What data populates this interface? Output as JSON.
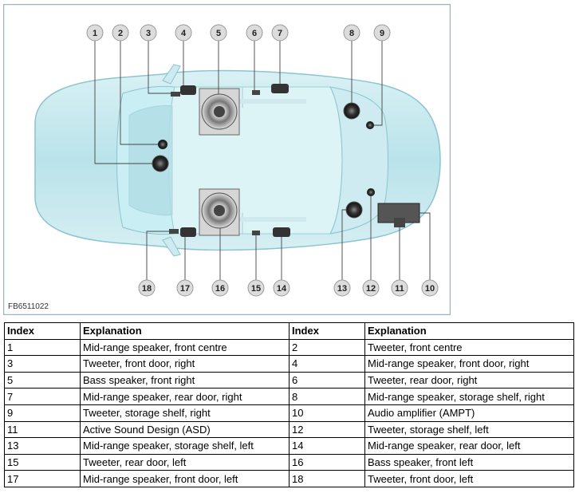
{
  "figure": {
    "code": "FB6511022",
    "callouts": [
      "1",
      "2",
      "3",
      "4",
      "5",
      "6",
      "7",
      "8",
      "9",
      "10",
      "11",
      "12",
      "13",
      "14",
      "15",
      "16",
      "17",
      "18"
    ]
  },
  "colors": {
    "car_body": "#bfe6ec",
    "car_outline": "#8cc4cf",
    "frame": "#9ab4c2",
    "callout_fill": "#dcdcdc",
    "speaker_dark": "#2a2a2a"
  },
  "table": {
    "headers": [
      "Index",
      "Explanation",
      "Index",
      "Explanation"
    ],
    "rows": [
      [
        "1",
        "Mid-range speaker, front centre",
        "2",
        "Tweeter, front centre"
      ],
      [
        "3",
        "Tweeter, front door, right",
        "4",
        "Mid-range speaker, front door, right"
      ],
      [
        "5",
        "Bass speaker, front right",
        "6",
        "Tweeter, rear door, right"
      ],
      [
        "7",
        "Mid-range speaker, rear door, right",
        "8",
        "Mid-range speaker, storage shelf, right"
      ],
      [
        "9",
        "Tweeter, storage shelf, right",
        "10",
        "Audio amplifier (AMPT)"
      ],
      [
        "11",
        "Active Sound Design (ASD)",
        "12",
        "Tweeter, storage shelf, left"
      ],
      [
        "13",
        "Mid-range speaker, storage shelf, left",
        "14",
        "Mid-range speaker, rear door, left"
      ],
      [
        "15",
        "Tweeter, rear door, left",
        "16",
        "Bass speaker, front left"
      ],
      [
        "17",
        "Mid-range speaker, front door, left",
        "18",
        "Tweeter, front door, left"
      ]
    ]
  }
}
